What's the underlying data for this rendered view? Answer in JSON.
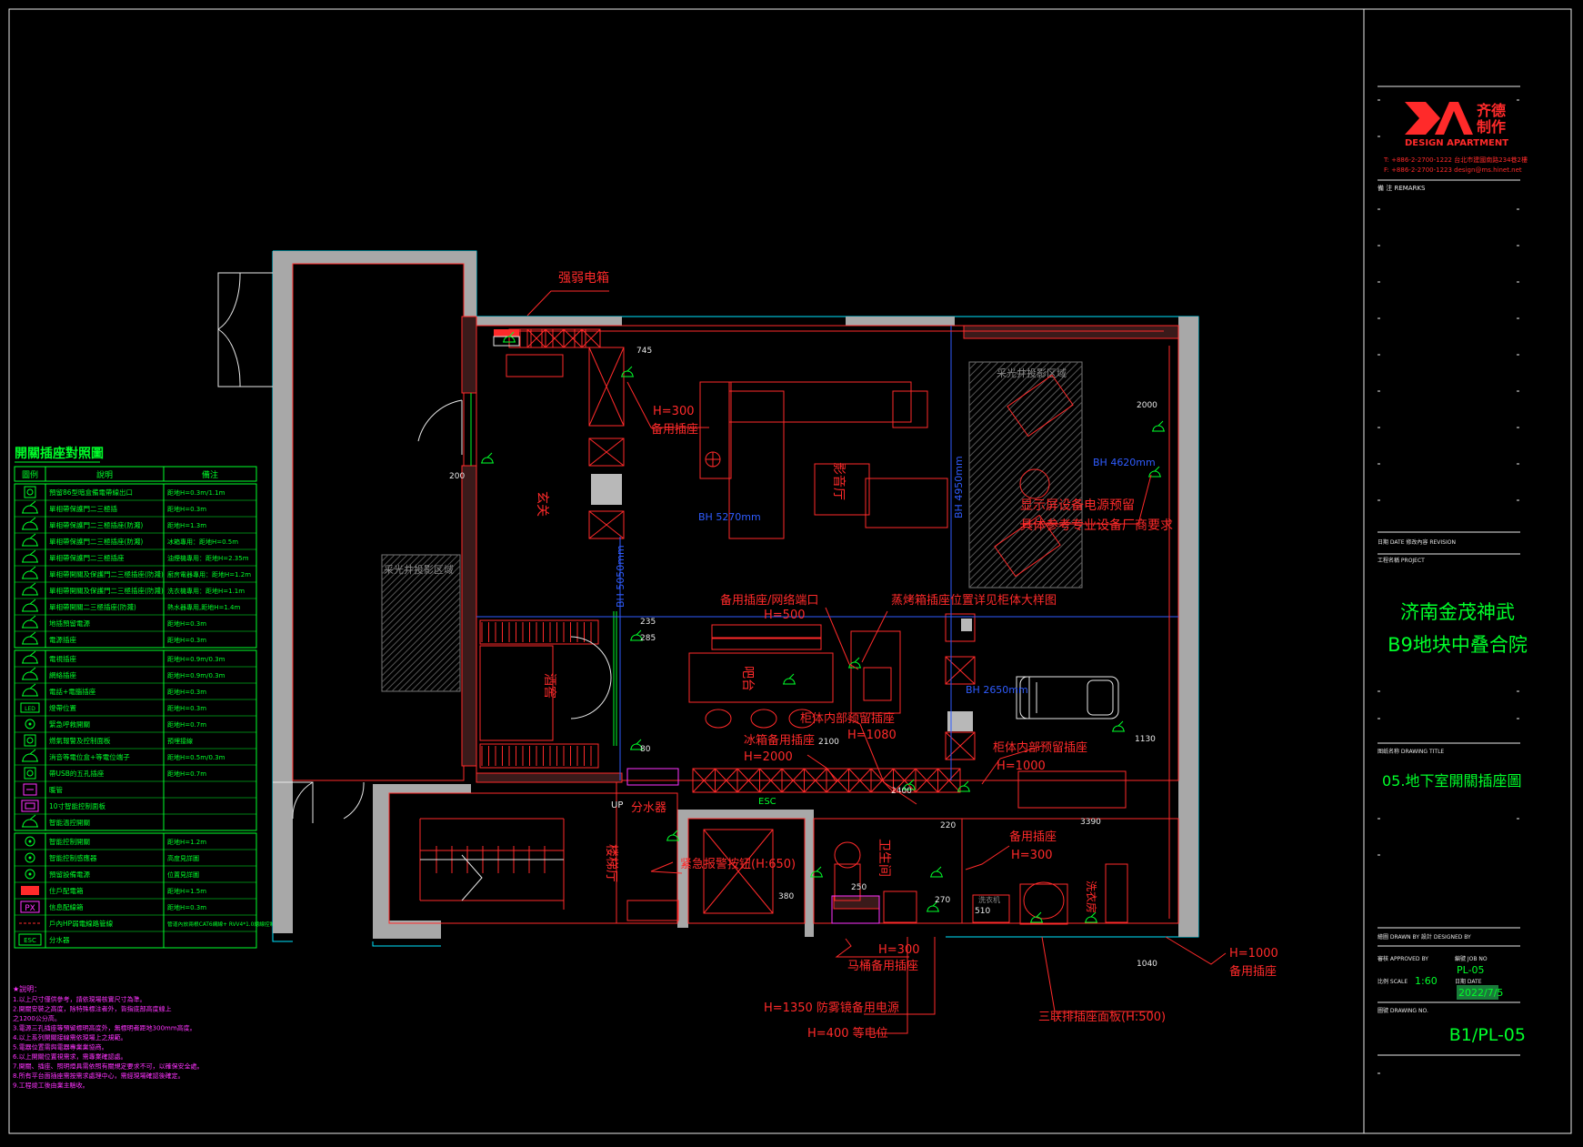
{
  "colors": {
    "background": "#000000",
    "wall": "#a8a8a8",
    "annotation": "#ff2a2a",
    "legend": "#00ff2a",
    "dimension": "#2f5cff",
    "notes": "#ff33ff",
    "frame": "#ffffff",
    "outline": "#00e5ff"
  },
  "legend": {
    "title": "開關插座對照圖",
    "headers": [
      "圖例",
      "說明",
      "備注"
    ],
    "group1": [
      {
        "icon": "socket-box-icon",
        "desc": "預留86型暗盒備電帶線出口",
        "note": "距地H=0.3m/1.1m"
      },
      {
        "icon": "switch-icon",
        "desc": "單相帶保護門二三極插",
        "note": "距地H=0.3m"
      },
      {
        "icon": "switch-icon",
        "desc": "單相帶保護門二三極插座(防濺)",
        "note": "距地H=1.3m"
      },
      {
        "icon": "switch-icon",
        "desc": "單相帶保護門二三極插座(防濺)",
        "note": "冰箱專用：距地H=0.5m"
      },
      {
        "icon": "switch-icon",
        "desc": "單相帶保護門二三極插座",
        "note": "油煙機專用：距地H=2.35m"
      },
      {
        "icon": "switch-icon",
        "desc": "單相帶開關及保護門二三極插座(防濺)",
        "note": "廚房電器專用：距地H=1.2m"
      },
      {
        "icon": "switch-icon",
        "desc": "單相帶開關及保護門二三極插座(防濺)",
        "note": "洗衣機專用：距地H=1.1m"
      },
      {
        "icon": "switch-icon",
        "desc": "單相帶開關二三極插座(防濺)",
        "note": "熱水器專用,距地H=1.4m"
      },
      {
        "icon": "power-icon",
        "desc": "地插預留電源",
        "note": "距地H=0.3m"
      },
      {
        "icon": "power-icon",
        "desc": "電源插座",
        "note": "距地H=0.3m"
      }
    ],
    "group2": [
      {
        "icon": "tv-icon",
        "desc": "電視插座",
        "note": "距地H=0.9m/0.3m"
      },
      {
        "icon": "tel-icon",
        "desc": "網絡插座",
        "note": "距地H=0.9m/0.3m"
      },
      {
        "icon": "tel-icon",
        "desc": "電話+電腦插座",
        "note": "距地H=0.3m"
      },
      {
        "icon": "led-icon",
        "desc": "燈帶位置",
        "note": "距地H=0.3m"
      },
      {
        "icon": "circle-icon",
        "desc": "緊急呼救開關",
        "note": "距地H=0.7m"
      },
      {
        "icon": "panel-icon",
        "desc": "燃氣報警及控制面板",
        "note": "預埋接線"
      },
      {
        "icon": "tel-icon",
        "desc": "消音等電位盒+等電位端子",
        "note": "距地H=0.5m/0.3m"
      },
      {
        "icon": "socket-box-icon",
        "desc": "帶USB的五孔插座",
        "note": "距地H=0.7m"
      },
      {
        "icon": "heater-icon",
        "desc": "暖管",
        "note": ""
      },
      {
        "icon": "screen-icon",
        "desc": "10寸智能控制面板",
        "note": ""
      },
      {
        "icon": "switch-icon",
        "desc": "智能溫控開關",
        "note": ""
      }
    ],
    "group3": [
      {
        "icon": "circle-icon",
        "desc": "智能控制開關",
        "note": "距地H=1.2m"
      },
      {
        "icon": "circle-icon",
        "desc": "智能控制感應器",
        "note": "高度見詳圖"
      },
      {
        "icon": "circle-icon",
        "desc": "預留設備電源",
        "note": "位置見詳圖"
      },
      {
        "icon": "box-red-icon",
        "desc": "住戶配電箱",
        "note": "距地H=1.5m"
      },
      {
        "icon": "px-icon",
        "desc": "信息配線箱",
        "note": "距地H=0.3m"
      },
      {
        "icon": "wire-icon",
        "desc": "戶內HP弱電線路管線",
        "note": "管道內放兩根CAT6網線+ RVV4*1.0總線控制電纜"
      },
      {
        "icon": "esc-icon",
        "desc": "分水器",
        "note": ""
      }
    ]
  },
  "notes": {
    "heading": "★說明：",
    "lines": [
      "1.以上尺寸僅供參考，請依現場核實尺寸為準。",
      "2.開關安裝之高度，除特殊標注者外，皆指底部高度線上",
      "  之1200公分高。",
      "3.電源三孔插座等預留標明高度外，無標明者距地300mm高度。",
      "4.以上系列開關接線需依現場上之規範。",
      "5.電器位置需與電器專業業協商。",
      "6.以上開關位置視需求，需專業確認處。",
      "7.開關、插座、照明燈具需依照有關規定要求不可，以確保安全處。",
      "8.所有平台面插座需按需求處理中心，需經現場確認後確定。",
      "9.工程竣工後由業主驗收。"
    ]
  },
  "titleblock": {
    "logo_mark": "DA",
    "logo_cn": "齐德\n制作",
    "logo_en": "DESIGN APARTMENT",
    "tel": "T: +886-2-2700-1222  台北市建國南路234巷2樓",
    "fax": "F: +886-2-2700-1223  design@ms.hinet.net",
    "remarks": "備 注 REMARKS",
    "meta_line1": "日期 DATE    修改內容 REVISION",
    "meta_line2": "工程名稱 PROJECT",
    "project_line1": "济南金茂神武",
    "project_line2": "B9地块中叠合院",
    "drawing_title_label": "图纸名称 DRAWING TITLE",
    "drawing_title": "05.地下室開關插座圖",
    "design_label": "繪圖 DRAWN BY        設計 DESIGNED BY",
    "approved_label": "審核 APPROVED BY",
    "job_label": "編號 JOB NO",
    "job_no": "PL-05",
    "scale_label": "比例 SCALE",
    "scale": "1:60",
    "date_label": "日期 DATE",
    "date": "2022/7/5",
    "sheet_label": "圖號 DRAWING NO.",
    "sheet_no": "B1/PL-05"
  },
  "rooms": {
    "foyer": "玄关",
    "media": "影音厅",
    "bar": "吧台",
    "wine": "酒窖",
    "stair_hall": "楼梯厅",
    "bath": "卫生间",
    "laundry": "洗衣房",
    "lightwell_1": "采光井投影区域",
    "lightwell_2": "采光井投影区域",
    "up": "UP",
    "water": "分水器"
  },
  "annotations": {
    "a1": "强弱电箱",
    "a2a": "H=300",
    "a2b": "备用插座",
    "a3a": "显示屏设备电源预留",
    "a3b": "具体参考专业设备厂商要求",
    "a4a": "备用插座/网络端口",
    "a4b": "H=500",
    "a5": "蒸烤箱插座位置详见柜体大样图",
    "a6a": "柜体内部预留插座",
    "a6b": "H=1080",
    "a7a": "冰箱备用插座",
    "a7b": "H=2000",
    "a8a": "柜体内部预留插座",
    "a8b": "H=1000",
    "a9a": "备用插座",
    "a9b": "H=300",
    "a10": "紧急报警按钮(H:650)",
    "a11a": "H=300",
    "a11b": "马桶备用插座",
    "a12": "H=1350 防雾镜备用电源",
    "a13": "H=400 等电位",
    "a14": "三联排插座面板(H:500)",
    "a15a": "H=1000",
    "a15b": "备用插座",
    "a16": "洗衣机",
    "a17": "ESC"
  },
  "dimensions": {
    "bh1": "BH 5270mm",
    "bh2": "BH 4950mm",
    "bh3": "BH 4620mm",
    "bh4": "BH 5050mm",
    "bh5": "BH 2650mm",
    "d745": "745",
    "d200": "200",
    "d235": "235",
    "d285": "285",
    "d80": "80",
    "d2000": "2000",
    "d2100": "2100",
    "d2400": "2400",
    "d1130": "1130",
    "d3390": "3390",
    "d1040": "1040",
    "d220": "220",
    "d380": "380",
    "d250": "250",
    "d270": "270",
    "d510": "510"
  }
}
